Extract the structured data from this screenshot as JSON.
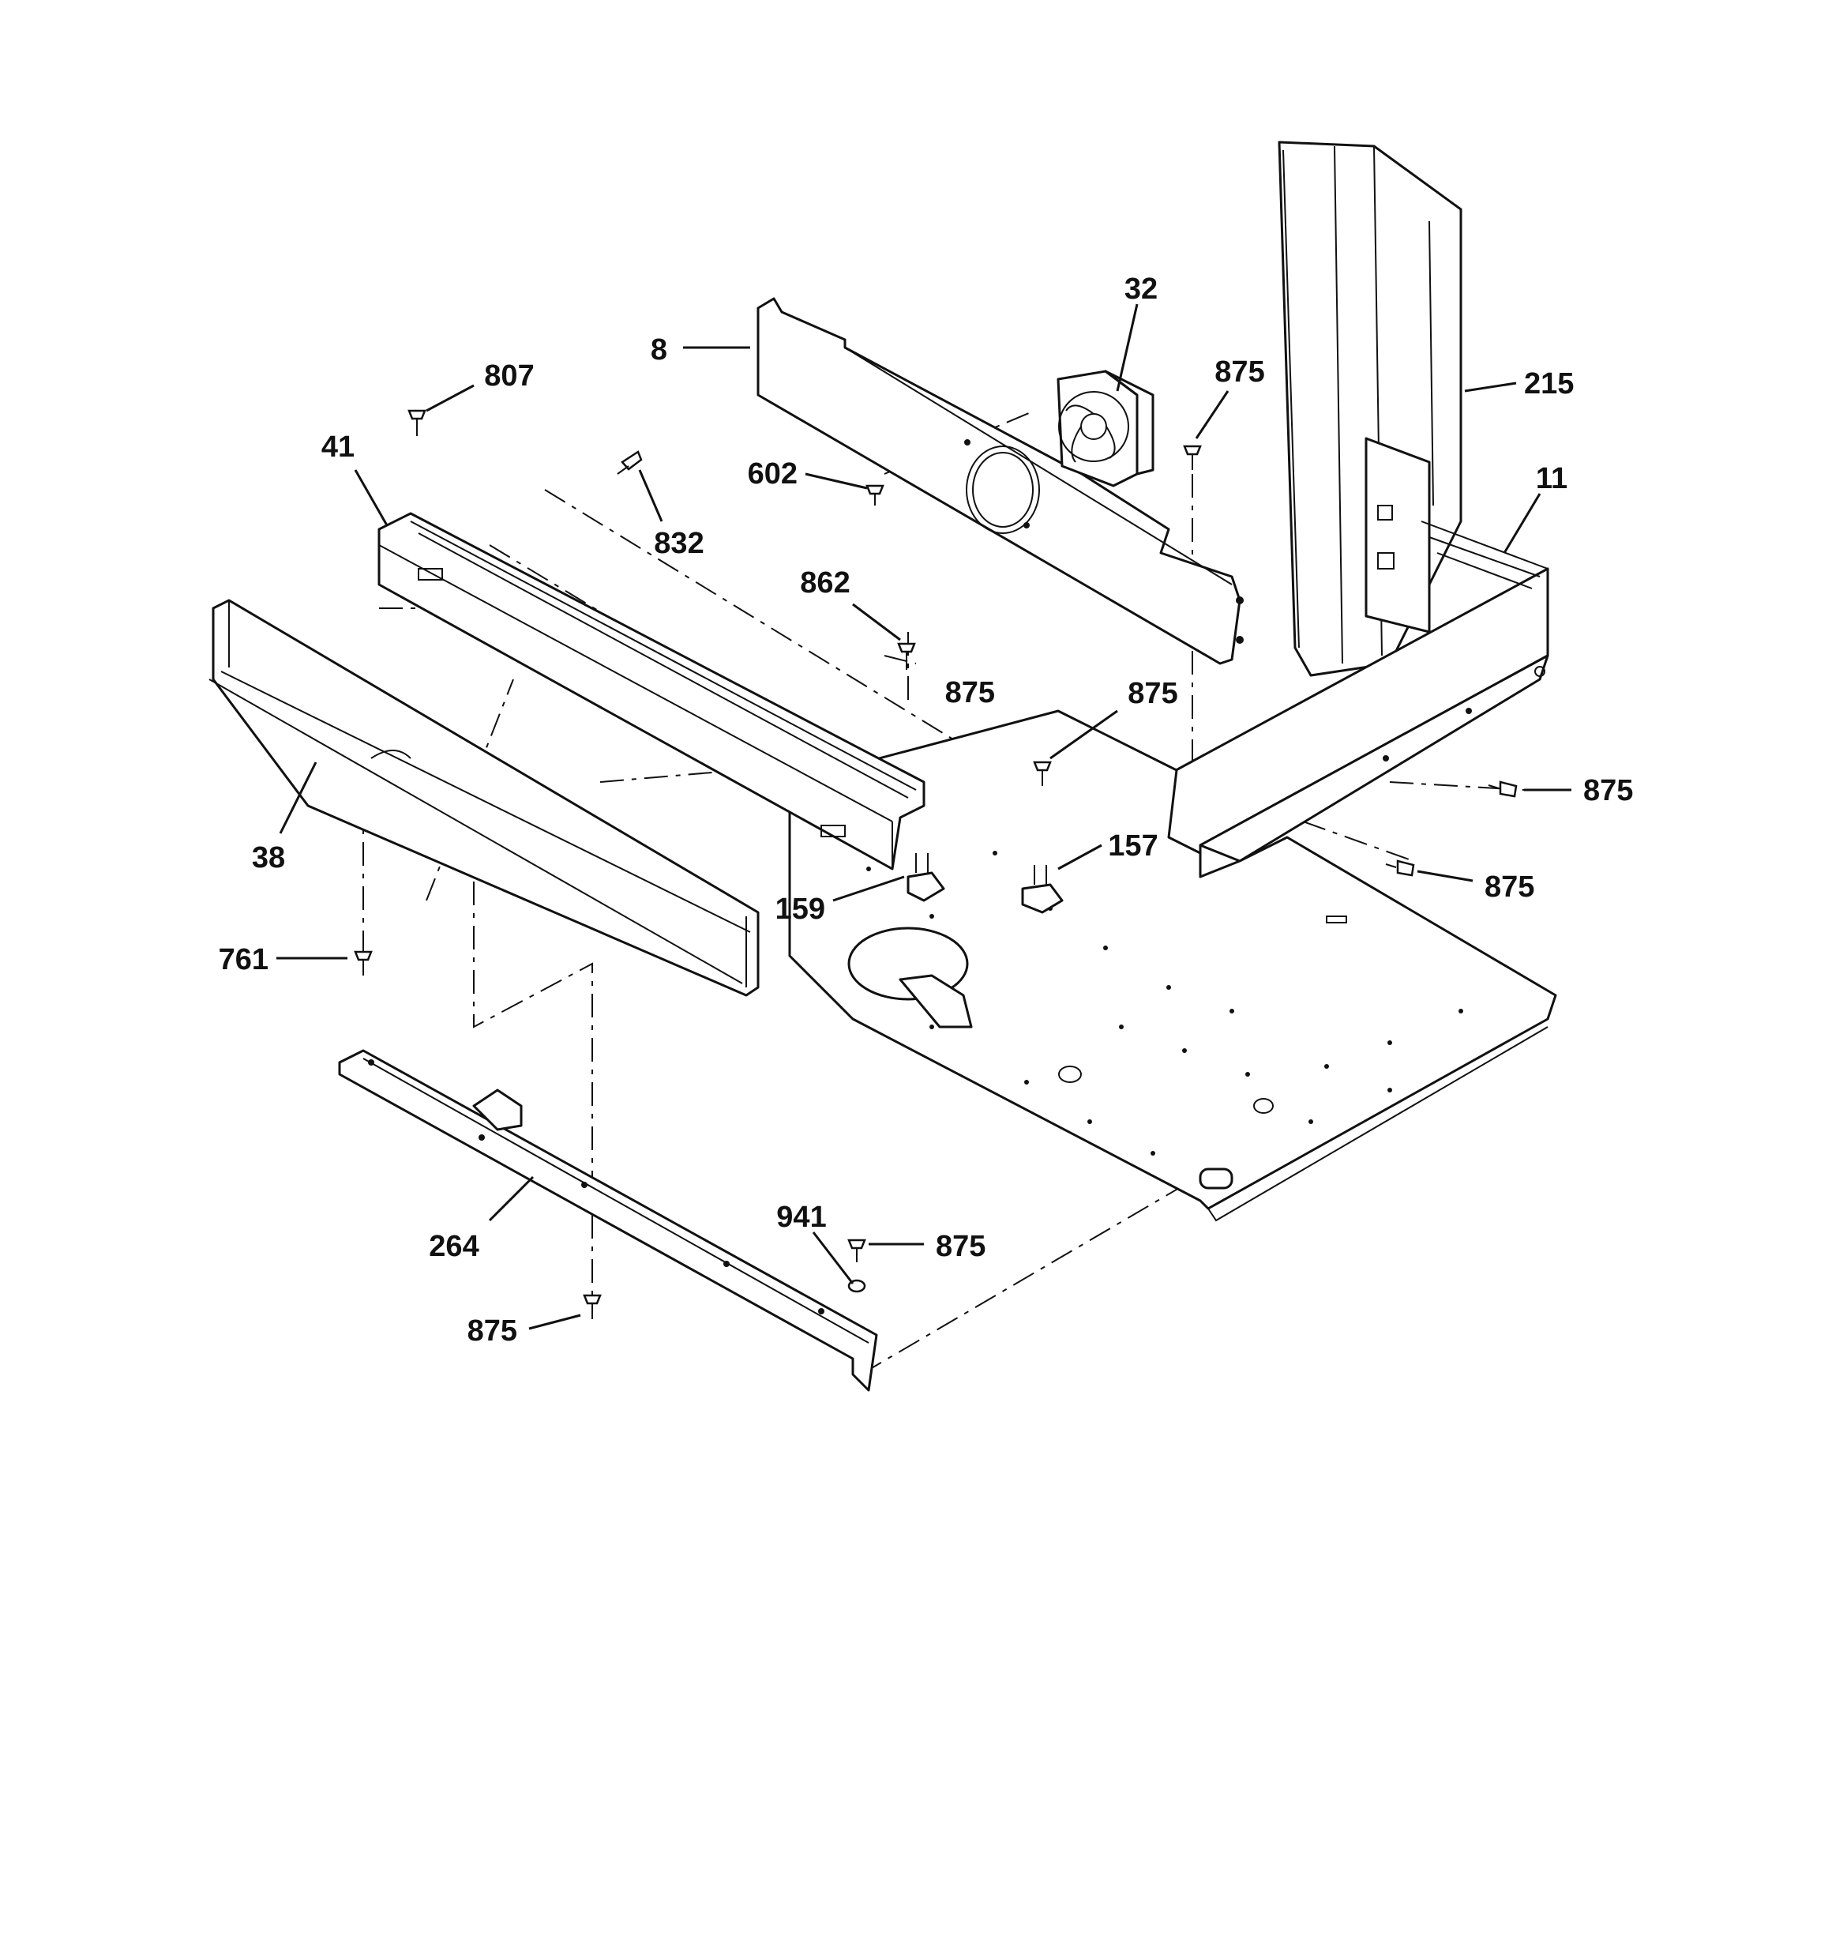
{
  "diagram": {
    "callouts": [
      "8",
      "32",
      "875",
      "215",
      "807",
      "41",
      "602",
      "832",
      "11",
      "862",
      "875",
      "875",
      "38",
      "875",
      "157",
      "159",
      "875",
      "761",
      "941",
      "875",
      "264",
      "875"
    ]
  }
}
